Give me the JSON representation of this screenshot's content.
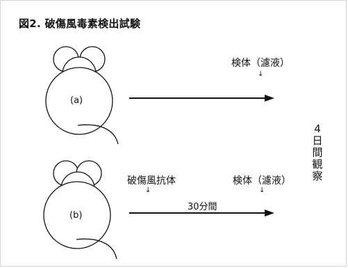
{
  "title": "図2. 破傷風毒素検出試験",
  "mouse_a": {
    "label": "(a)",
    "specimen_label": "検体（濾液）",
    "down_arrow": "↓"
  },
  "mouse_b": {
    "label": "(b)",
    "antibody_label": "破傷風抗体",
    "antibody_arrow": "↓",
    "interval_label": "30分間",
    "specimen_label": "検体（濾液）",
    "specimen_arrow": "↓"
  },
  "observation": {
    "chars": [
      "4",
      "日",
      "間",
      "観",
      "察"
    ]
  }
}
